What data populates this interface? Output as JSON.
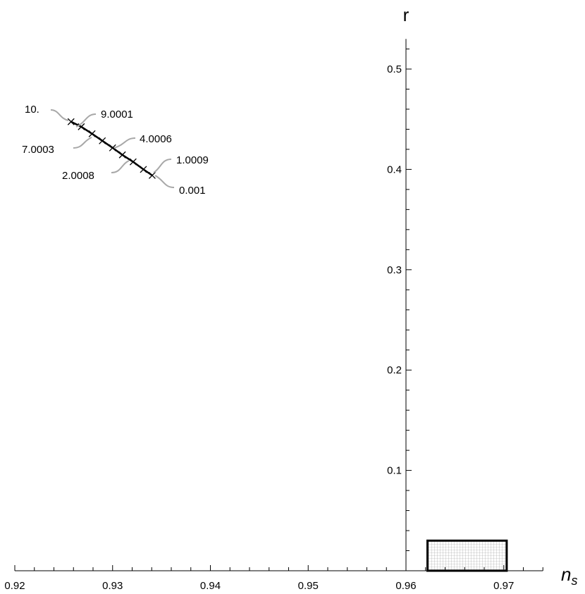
{
  "chart_data": {
    "type": "line",
    "xlabel": "n",
    "xlabel_sub": "s",
    "ylabel": "r",
    "xlim": [
      0.92,
      0.974
    ],
    "ylim": [
      0,
      0.53
    ],
    "x_ticks": [
      {
        "value": 0.92,
        "label": "0.92"
      },
      {
        "value": 0.93,
        "label": "0.93"
      },
      {
        "value": 0.94,
        "label": "0.94"
      },
      {
        "value": 0.95,
        "label": "0.95"
      },
      {
        "value": 0.96,
        "label": "0.96"
      },
      {
        "value": 0.97,
        "label": "0.97"
      }
    ],
    "y_ticks": [
      {
        "value": 0.1,
        "label": "0.1"
      },
      {
        "value": 0.2,
        "label": "0.2"
      },
      {
        "value": 0.3,
        "label": "0.3"
      },
      {
        "value": 0.4,
        "label": "0.4"
      },
      {
        "value": 0.5,
        "label": "0.5"
      }
    ],
    "y_axis_at_x": 0.96,
    "grid": false,
    "series": [
      {
        "points": [
          {
            "x": 0.93405,
            "y": 0.394
          },
          {
            "x": 0.93315,
            "y": 0.4
          },
          {
            "x": 0.9321,
            "y": 0.4075
          },
          {
            "x": 0.931,
            "y": 0.4145
          },
          {
            "x": 0.93,
            "y": 0.4215
          },
          {
            "x": 0.92895,
            "y": 0.4285
          },
          {
            "x": 0.9279,
            "y": 0.4355
          },
          {
            "x": 0.9268,
            "y": 0.4425
          },
          {
            "x": 0.92575,
            "y": 0.4475
          }
        ]
      }
    ],
    "annotations": [
      {
        "label": "10."
      },
      {
        "label": "9.0001"
      },
      {
        "label": "7.0003"
      },
      {
        "label": "4.0006"
      },
      {
        "label": "2.0008"
      },
      {
        "label": "1.0009"
      },
      {
        "label": "0.001"
      }
    ],
    "region": {
      "x": [
        0.9622,
        0.9703
      ],
      "y": [
        0,
        0.03
      ]
    }
  }
}
